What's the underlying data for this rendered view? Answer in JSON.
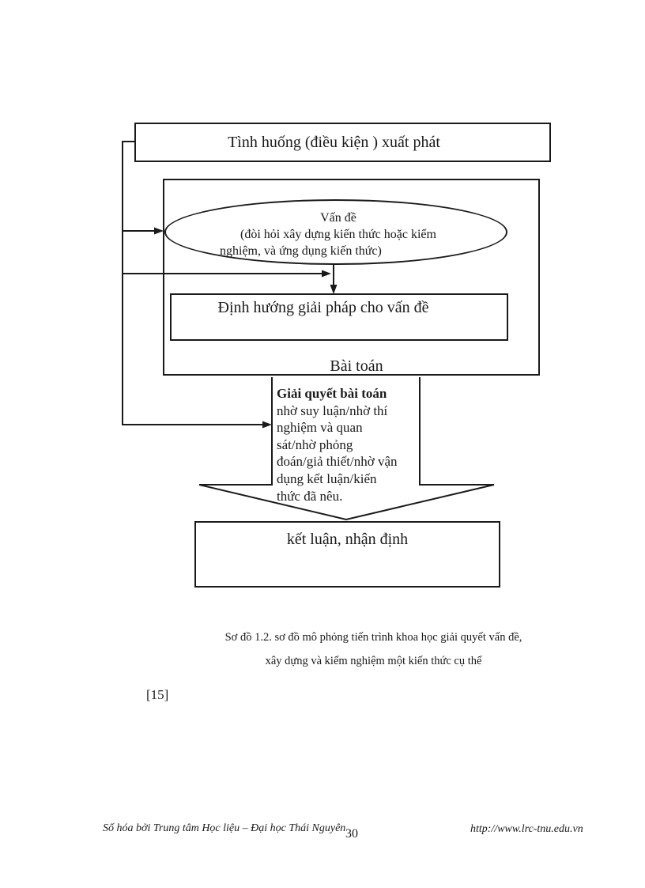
{
  "document": {
    "diagram": {
      "start_box": {
        "label": "Tình huống (điều kiện ) xuất phát"
      },
      "problem_ellipse": {
        "lines": [
          "Vấn đề",
          "(đòi hỏi xây dựng kiến thức hoặc kiểm",
          "nghiệm, và ứng dụng kiến thức)"
        ]
      },
      "orientation_box": {
        "label": "Định hướng giải pháp cho vấn đề"
      },
      "bai_toan_label": "Bài toán",
      "solve_arrow": {
        "lines": [
          "Giải quyết bài toán",
          "nhờ suy luận/nhờ thí",
          "nghiệm và quan",
          "sát/nhờ phỏng",
          "đoán/giả thiết/nhờ vận",
          "dụng kết luận/kiến",
          "thức đã nêu."
        ]
      },
      "conclusion_box": {
        "label": "kết luận, nhận định"
      }
    },
    "caption": {
      "lines": [
        "Sơ đồ 1.2. sơ đồ mô phỏng tiến trình khoa học giải quyết vấn đề,",
        "xây dựng và kiểm nghiệm một kiến thức cụ thể"
      ]
    },
    "reference": "[15]",
    "footer": {
      "left_text": "Số hóa bởi Trung tâm Học liệu – Đại học Thái Nguyên",
      "page_number": "30",
      "right_text": "http://www.lrc-tnu.edu.vn"
    },
    "colors": {
      "ink": "#1a1a1a",
      "paper": "#ffffff"
    }
  }
}
